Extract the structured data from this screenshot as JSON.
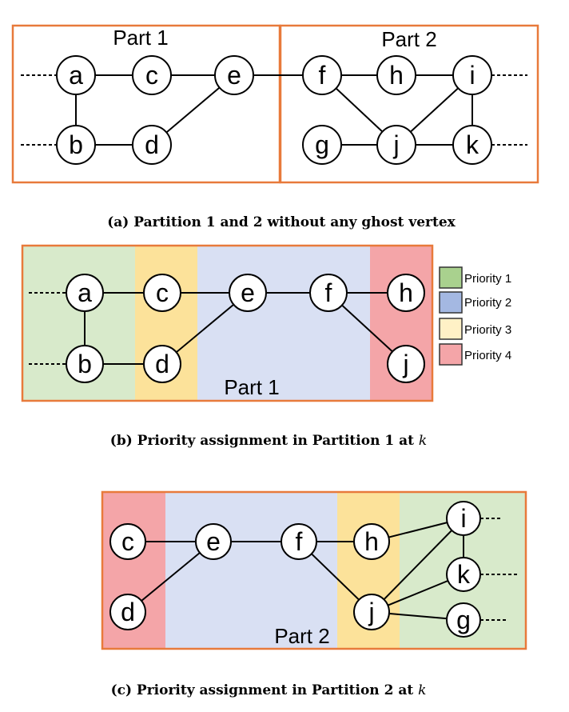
{
  "colors": {
    "frame": "#E87A3B",
    "priority_1": "#D8EACB",
    "priority_2": "#D9E0F3",
    "priority_3": "#FCE29A",
    "priority_4": "#F4A5A8",
    "legend_p1": "#A9D18E",
    "legend_p2": "#A4B8E2",
    "legend_p3": "#FFF1C6",
    "legend_p4": "#F4A5A8"
  },
  "panel_a": {
    "part1_label": "Part 1",
    "part2_label": "Part 2",
    "nodes": [
      "a",
      "b",
      "c",
      "d",
      "e",
      "f",
      "g",
      "h",
      "i",
      "j",
      "k"
    ],
    "caption": "(a) Partition 1 and 2 without any ghost vertex"
  },
  "panel_b": {
    "part_label": "Part 1",
    "nodes": [
      "a",
      "b",
      "c",
      "d",
      "e",
      "f",
      "h",
      "j"
    ],
    "caption_prefix": "(b) Priority assignment in Partition 1 at ",
    "caption_var": "k"
  },
  "panel_c": {
    "part_label": "Part 2",
    "nodes": [
      "c",
      "d",
      "e",
      "f",
      "h",
      "j",
      "i",
      "k",
      "g"
    ],
    "caption_prefix": "(c) Priority assignment in Partition 2 at ",
    "caption_var": "k"
  },
  "legend": [
    {
      "label": "Priority 1",
      "color": "#A9D18E"
    },
    {
      "label": "Priority 2",
      "color": "#A4B8E2"
    },
    {
      "label": "Priority 3",
      "color": "#FFF1C6"
    },
    {
      "label": "Priority 4",
      "color": "#F4A5A8"
    }
  ]
}
